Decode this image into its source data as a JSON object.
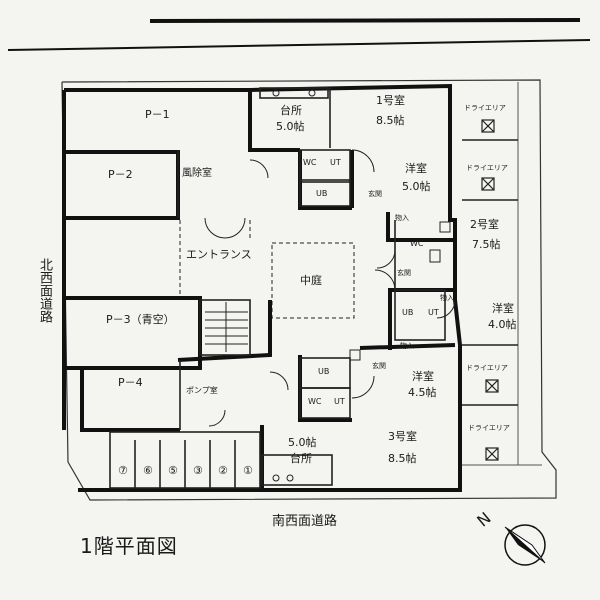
{
  "title": "1階平面図",
  "roads": {
    "south_west": "南西面道路",
    "north_west": "北西面道路"
  },
  "compass": {
    "north_label": "N"
  },
  "units": {
    "unit1": {
      "name": "1号室",
      "main_area": "8.5帖",
      "kitchen": "台所",
      "kitchen_area": "5.0帖",
      "western": "洋室",
      "western_area": "5.0帖"
    },
    "unit2": {
      "name": "2号室",
      "main_area": "7.5帖",
      "western": "洋室",
      "western_area": "4.0帖"
    },
    "unit3": {
      "name": "3号室",
      "main_area": "8.5帖",
      "kitchen": "台所",
      "kitchen_area": "5.0帖",
      "western": "洋室",
      "western_area": "4.5帖"
    }
  },
  "fixtures": {
    "wc": "WC",
    "ut": "UT",
    "ub": "UB",
    "genkan": "玄関",
    "storage": "物入",
    "x": "X"
  },
  "parking": [
    "P－1",
    "P－2",
    "P－3（青空）",
    "P－4"
  ],
  "common": {
    "windbreak": "風除室",
    "entrance": "エントランス",
    "courtyard": "中庭",
    "pump_room": "ポンプ室",
    "dry_area": "ドライエリア"
  },
  "bike_slots": [
    "⑦",
    "⑥",
    "⑤",
    "③",
    "②",
    "①"
  ]
}
